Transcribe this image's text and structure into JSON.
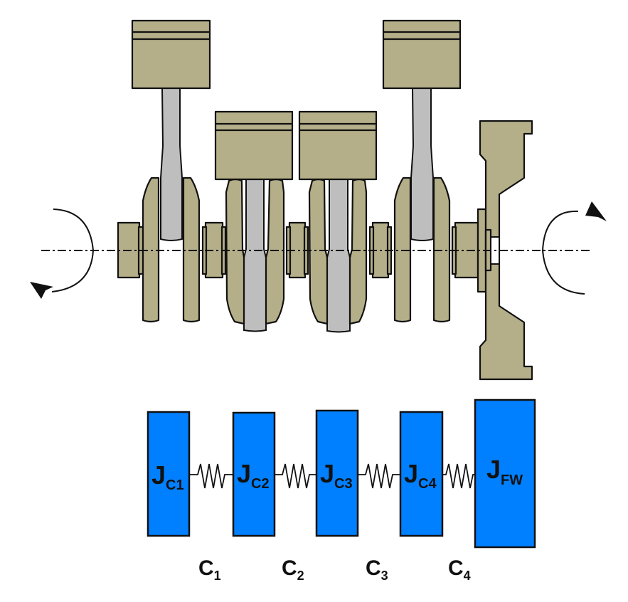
{
  "diagram": {
    "title": "Crankshaft torsional vibration model",
    "colors": {
      "metal": "#b5af89",
      "rod": "#bebebe",
      "inertia": "#0080ff",
      "ink": "#111111"
    },
    "engine": {
      "cylinders": 4,
      "rotation_arrows": [
        "left-end-rotation",
        "right-end-rotation"
      ]
    },
    "model": {
      "inertias": [
        {
          "id": "jc1",
          "main": "J",
          "sub": "C1"
        },
        {
          "id": "jc2",
          "main": "J",
          "sub": "C2"
        },
        {
          "id": "jc3",
          "main": "J",
          "sub": "C3"
        },
        {
          "id": "jc4",
          "main": "J",
          "sub": "C4"
        },
        {
          "id": "jfw",
          "main": "J",
          "sub": "FW"
        }
      ],
      "stiffnesses": [
        {
          "id": "c1",
          "main": "C",
          "sub": "1"
        },
        {
          "id": "c2",
          "main": "C",
          "sub": "2"
        },
        {
          "id": "c3",
          "main": "C",
          "sub": "3"
        },
        {
          "id": "c4",
          "main": "C",
          "sub": "4"
        }
      ]
    }
  }
}
